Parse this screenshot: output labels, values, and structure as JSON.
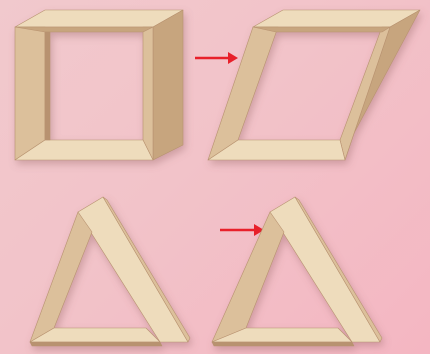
{
  "colors": {
    "background": "#f2c3c9",
    "wood_light": "#eedcbc",
    "wood_mid": "#dcc09b",
    "wood_dark": "#c7a57e",
    "wood_edge": "#b89270",
    "arrow": "#e8202a"
  },
  "figures": [
    {
      "shape": "square-frame",
      "state": "original"
    },
    {
      "shape": "square-frame",
      "state": "deformed-parallelogram"
    },
    {
      "shape": "triangle-frame",
      "state": "original"
    },
    {
      "shape": "triangle-frame",
      "state": "after-push"
    }
  ],
  "arrows": [
    {
      "name": "transform-arrow-top",
      "direction": "right"
    },
    {
      "name": "push-arrow-bottom",
      "direction": "right"
    }
  ]
}
